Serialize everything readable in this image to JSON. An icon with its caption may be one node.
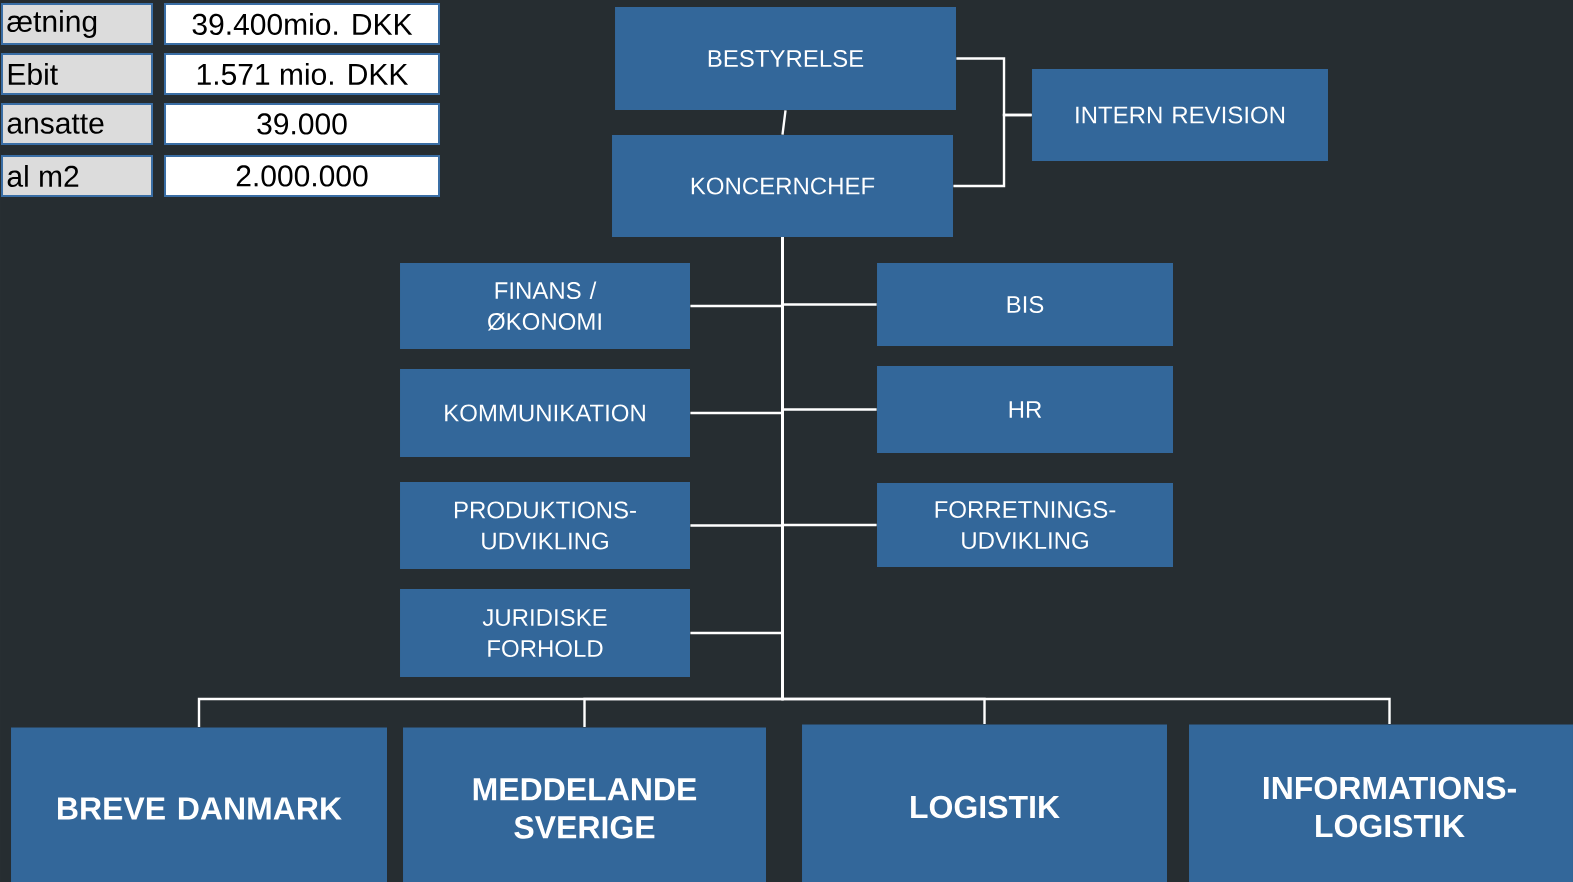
{
  "diagram": {
    "nodes": [
      {
        "text": [
          "BESTYRELSE"
        ]
      },
      {
        "text": [
          "INTERN REVISION"
        ]
      },
      {
        "text": [
          "KONCERNCHEF"
        ]
      },
      {
        "text": [
          "FINANS / ØKONOMI"
        ]
      },
      {
        "text": [
          "BIS"
        ]
      },
      {
        "text": [
          "KOMMUNIKATION"
        ]
      },
      {
        "text": [
          "HR"
        ]
      },
      {
        "text": [
          "PRODUKTIONS- UDVIKLING"
        ]
      },
      {
        "text": [
          "FORRETNINGS- UDVIKLING"
        ]
      },
      {
        "text": [
          "JURIDISKE FORHOLD"
        ]
      },
      {
        "text": [
          "BREVE DANMARK"
        ]
      },
      {
        "text": [
          "MEDDELANDE SVERIGE"
        ]
      },
      {
        "text": [
          "LOGISTIK"
        ]
      },
      {
        "text": [
          "INFORMATIONS- LOGISTIK"
        ]
      }
    ],
    "edges": [
      {
        "from": 0,
        "to": 2,
        "arrow": "none"
      },
      {
        "from": 0,
        "to": 1,
        "arrow": "none"
      },
      {
        "from": 2,
        "to": 1,
        "arrow": "none"
      },
      {
        "from": 2,
        "to": 3,
        "arrow": "none"
      },
      {
        "from": 2,
        "to": 4,
        "arrow": "none"
      },
      {
        "from": 2,
        "to": 5,
        "arrow": "none"
      },
      {
        "from": 2,
        "to": 6,
        "arrow": "none"
      },
      {
        "from": 2,
        "to": 7,
        "arrow": "none"
      },
      {
        "from": 2,
        "to": 8,
        "arrow": "none"
      },
      {
        "from": 2,
        "to": 9,
        "arrow": "none"
      },
      {
        "from": 2,
        "to": 10,
        "arrow": "none"
      },
      {
        "from": 2,
        "to": 11,
        "arrow": "none"
      },
      {
        "from": 2,
        "to": 12,
        "arrow": "none"
      },
      {
        "from": 2,
        "to": 13,
        "arrow": "none"
      }
    ],
    "labels": [
      "ætning",
      "39.400mio. DKK",
      "Ebit",
      "1.571 mio. DKK",
      "ansatte",
      "39.000",
      "al m2",
      "2.000.000"
    ]
  }
}
